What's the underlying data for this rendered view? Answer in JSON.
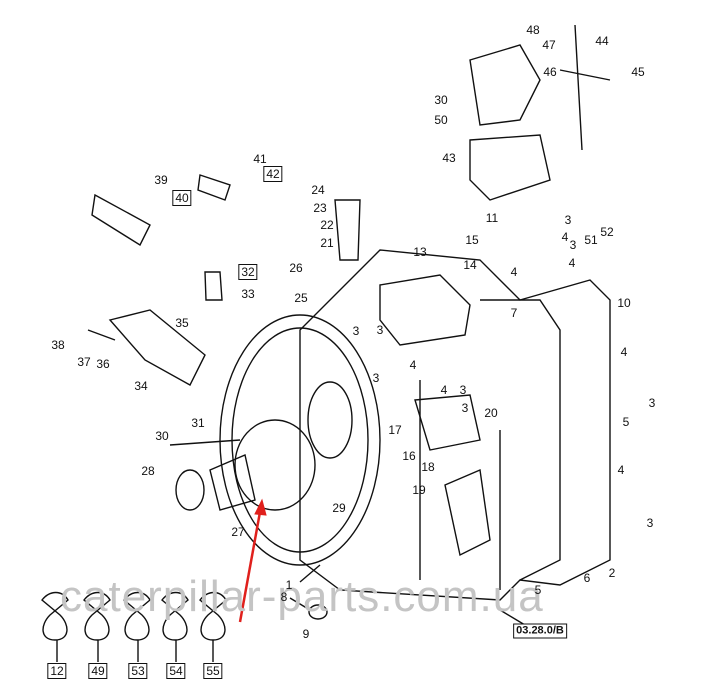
{
  "diagram": {
    "reference_code": "03.28.0/B",
    "watermark": "caterpillar-parts.com.ua",
    "arrow_color": "#e0201c",
    "callouts": [
      {
        "id": "c48",
        "text": "48",
        "boxed": false
      },
      {
        "id": "c47",
        "text": "47",
        "boxed": false
      },
      {
        "id": "c44",
        "text": "44",
        "boxed": false
      },
      {
        "id": "c46",
        "text": "46",
        "boxed": false
      },
      {
        "id": "c45",
        "text": "45",
        "boxed": false
      },
      {
        "id": "c30a",
        "text": "30",
        "boxed": false
      },
      {
        "id": "c50",
        "text": "50",
        "boxed": false
      },
      {
        "id": "c43",
        "text": "43",
        "boxed": false
      },
      {
        "id": "c41",
        "text": "41",
        "boxed": false
      },
      {
        "id": "c42",
        "text": "42",
        "boxed": true
      },
      {
        "id": "c39",
        "text": "39",
        "boxed": false
      },
      {
        "id": "c40",
        "text": "40",
        "boxed": true
      },
      {
        "id": "c24",
        "text": "24",
        "boxed": false
      },
      {
        "id": "c23",
        "text": "23",
        "boxed": false
      },
      {
        "id": "c22",
        "text": "22",
        "boxed": false
      },
      {
        "id": "c21",
        "text": "21",
        "boxed": false
      },
      {
        "id": "c11",
        "text": "11",
        "boxed": false
      },
      {
        "id": "c15",
        "text": "15",
        "boxed": false
      },
      {
        "id": "c13",
        "text": "13",
        "boxed": false
      },
      {
        "id": "c14",
        "text": "14",
        "boxed": false
      },
      {
        "id": "c4a",
        "text": "4",
        "boxed": false
      },
      {
        "id": "c3a",
        "text": "3",
        "boxed": false
      },
      {
        "id": "c4b",
        "text": "4",
        "boxed": false
      },
      {
        "id": "c3b",
        "text": "3",
        "boxed": false
      },
      {
        "id": "c4c",
        "text": "4",
        "boxed": false
      },
      {
        "id": "c51",
        "text": "51",
        "boxed": false
      },
      {
        "id": "c52",
        "text": "52",
        "boxed": false
      },
      {
        "id": "c10",
        "text": "10",
        "boxed": false
      },
      {
        "id": "c32",
        "text": "32",
        "boxed": true
      },
      {
        "id": "c33",
        "text": "33",
        "boxed": false
      },
      {
        "id": "c26",
        "text": "26",
        "boxed": false
      },
      {
        "id": "c25",
        "text": "25",
        "boxed": false
      },
      {
        "id": "c35",
        "text": "35",
        "boxed": false
      },
      {
        "id": "c38",
        "text": "38",
        "boxed": false
      },
      {
        "id": "c37",
        "text": "37",
        "boxed": false
      },
      {
        "id": "c36",
        "text": "36",
        "boxed": false
      },
      {
        "id": "c34",
        "text": "34",
        "boxed": false
      },
      {
        "id": "c3c",
        "text": "3",
        "boxed": false
      },
      {
        "id": "c3d",
        "text": "3",
        "boxed": false
      },
      {
        "id": "c7",
        "text": "7",
        "boxed": false
      },
      {
        "id": "c4d",
        "text": "4",
        "boxed": false
      },
      {
        "id": "c3e",
        "text": "3",
        "boxed": false
      },
      {
        "id": "c3f",
        "text": "3",
        "boxed": false
      },
      {
        "id": "c4e",
        "text": "4",
        "boxed": false
      },
      {
        "id": "c3g",
        "text": "3",
        "boxed": false
      },
      {
        "id": "c4f",
        "text": "4",
        "boxed": false
      },
      {
        "id": "c3h",
        "text": "3",
        "boxed": false
      },
      {
        "id": "c5a",
        "text": "5",
        "boxed": false
      },
      {
        "id": "c20",
        "text": "20",
        "boxed": false
      },
      {
        "id": "c17",
        "text": "17",
        "boxed": false
      },
      {
        "id": "c16",
        "text": "16",
        "boxed": false
      },
      {
        "id": "c18",
        "text": "18",
        "boxed": false
      },
      {
        "id": "c19",
        "text": "19",
        "boxed": false
      },
      {
        "id": "c31",
        "text": "31",
        "boxed": false
      },
      {
        "id": "c30b",
        "text": "30",
        "boxed": false
      },
      {
        "id": "c28",
        "text": "28",
        "boxed": false
      },
      {
        "id": "c27",
        "text": "27",
        "boxed": false
      },
      {
        "id": "c29",
        "text": "29",
        "boxed": false
      },
      {
        "id": "c4g",
        "text": "4",
        "boxed": false
      },
      {
        "id": "c3i",
        "text": "3",
        "boxed": false
      },
      {
        "id": "c1",
        "text": "1",
        "boxed": false
      },
      {
        "id": "c8",
        "text": "8",
        "boxed": false
      },
      {
        "id": "c9",
        "text": "9",
        "boxed": false
      },
      {
        "id": "c5b",
        "text": "5",
        "boxed": false
      },
      {
        "id": "c6",
        "text": "6",
        "boxed": false
      },
      {
        "id": "c2",
        "text": "2",
        "boxed": false
      },
      {
        "id": "c12",
        "text": "12",
        "boxed": true
      },
      {
        "id": "c49",
        "text": "49",
        "boxed": true
      },
      {
        "id": "c53",
        "text": "53",
        "boxed": true
      },
      {
        "id": "c54",
        "text": "54",
        "boxed": true
      },
      {
        "id": "c55",
        "text": "55",
        "boxed": true
      }
    ]
  }
}
